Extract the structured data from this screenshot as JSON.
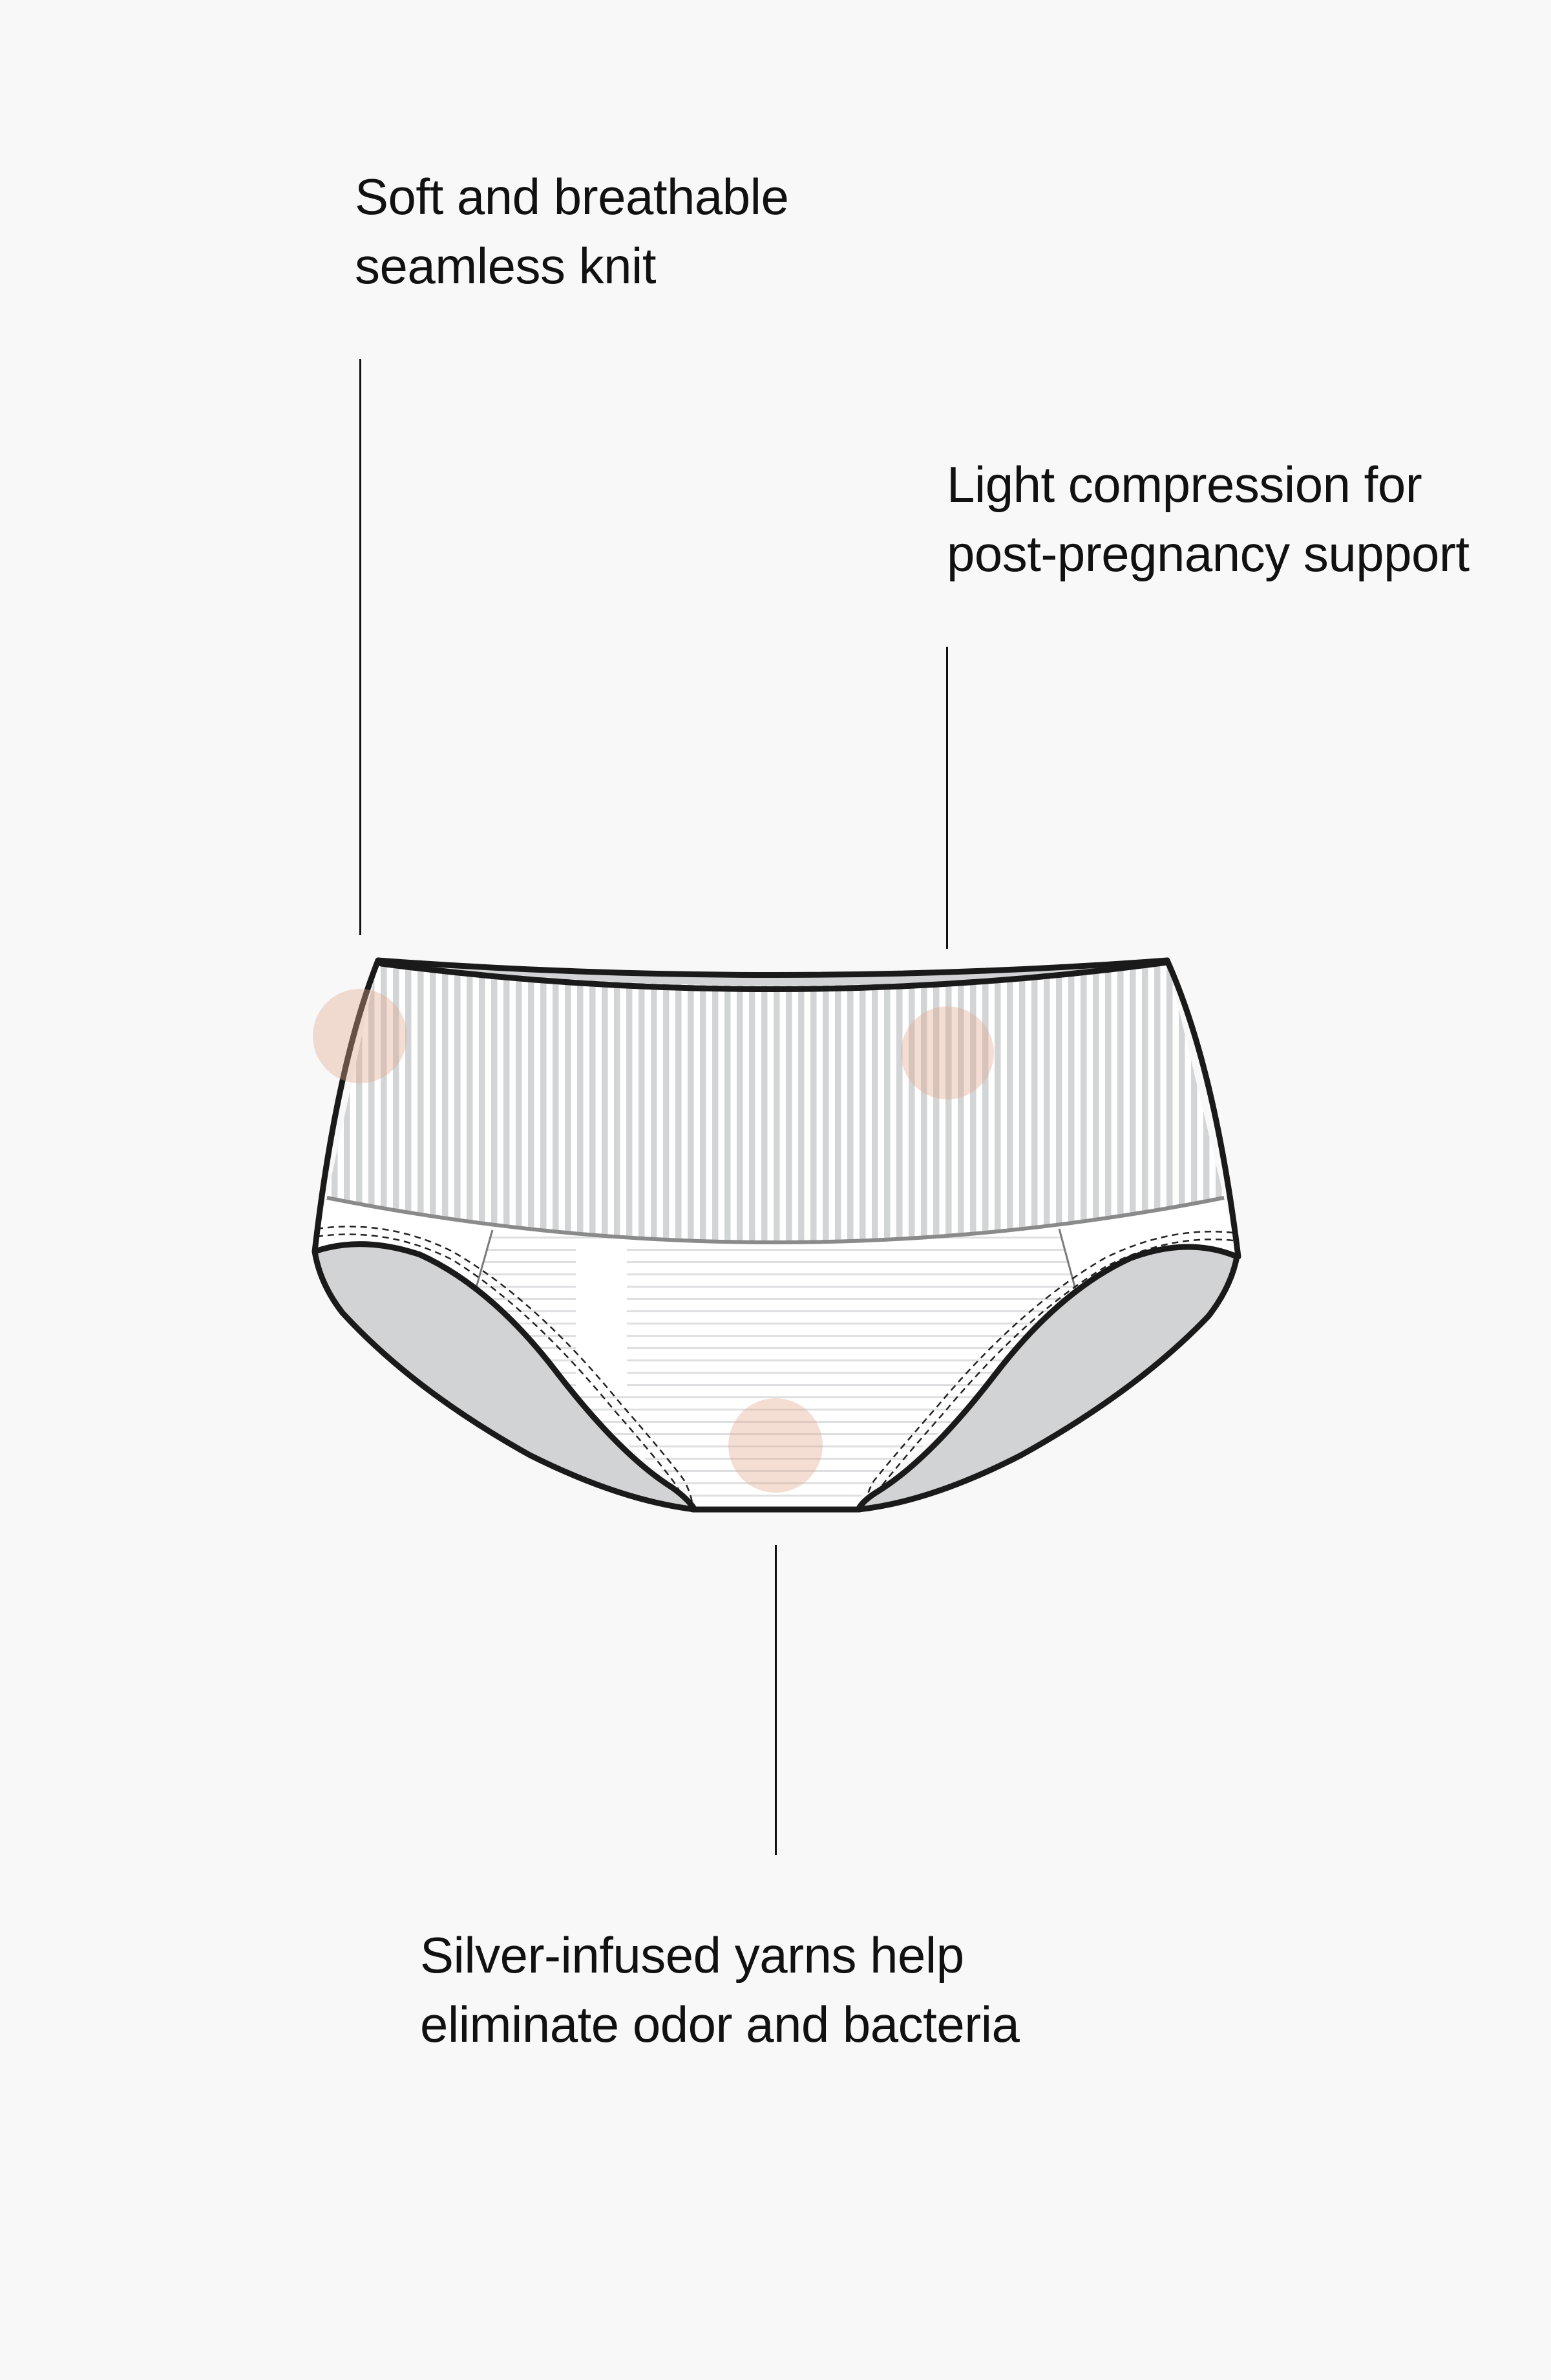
{
  "colors": {
    "background": "#f8f8f8",
    "text": "#111111",
    "outline": "#1a1a1a",
    "rib_stripe": "#d2d4d5",
    "panel_stripe": "#dedfe0",
    "lining": "#d1d3d4",
    "waistband_seam": "#8a8a8a",
    "highlight_dot": "#e8bfae"
  },
  "callouts": [
    {
      "id": "waistband-knit",
      "lines": [
        "Soft and breathable",
        "seamless knit"
      ]
    },
    {
      "id": "compression",
      "lines": [
        "Light compression for",
        "post-pregnancy support"
      ]
    },
    {
      "id": "silver-yarns",
      "lines": [
        "Silver-infused yarns help",
        "eliminate odor and bacteria"
      ]
    }
  ],
  "illustration": {
    "subject": "high-waist seamless brief",
    "hotspots": 3
  }
}
